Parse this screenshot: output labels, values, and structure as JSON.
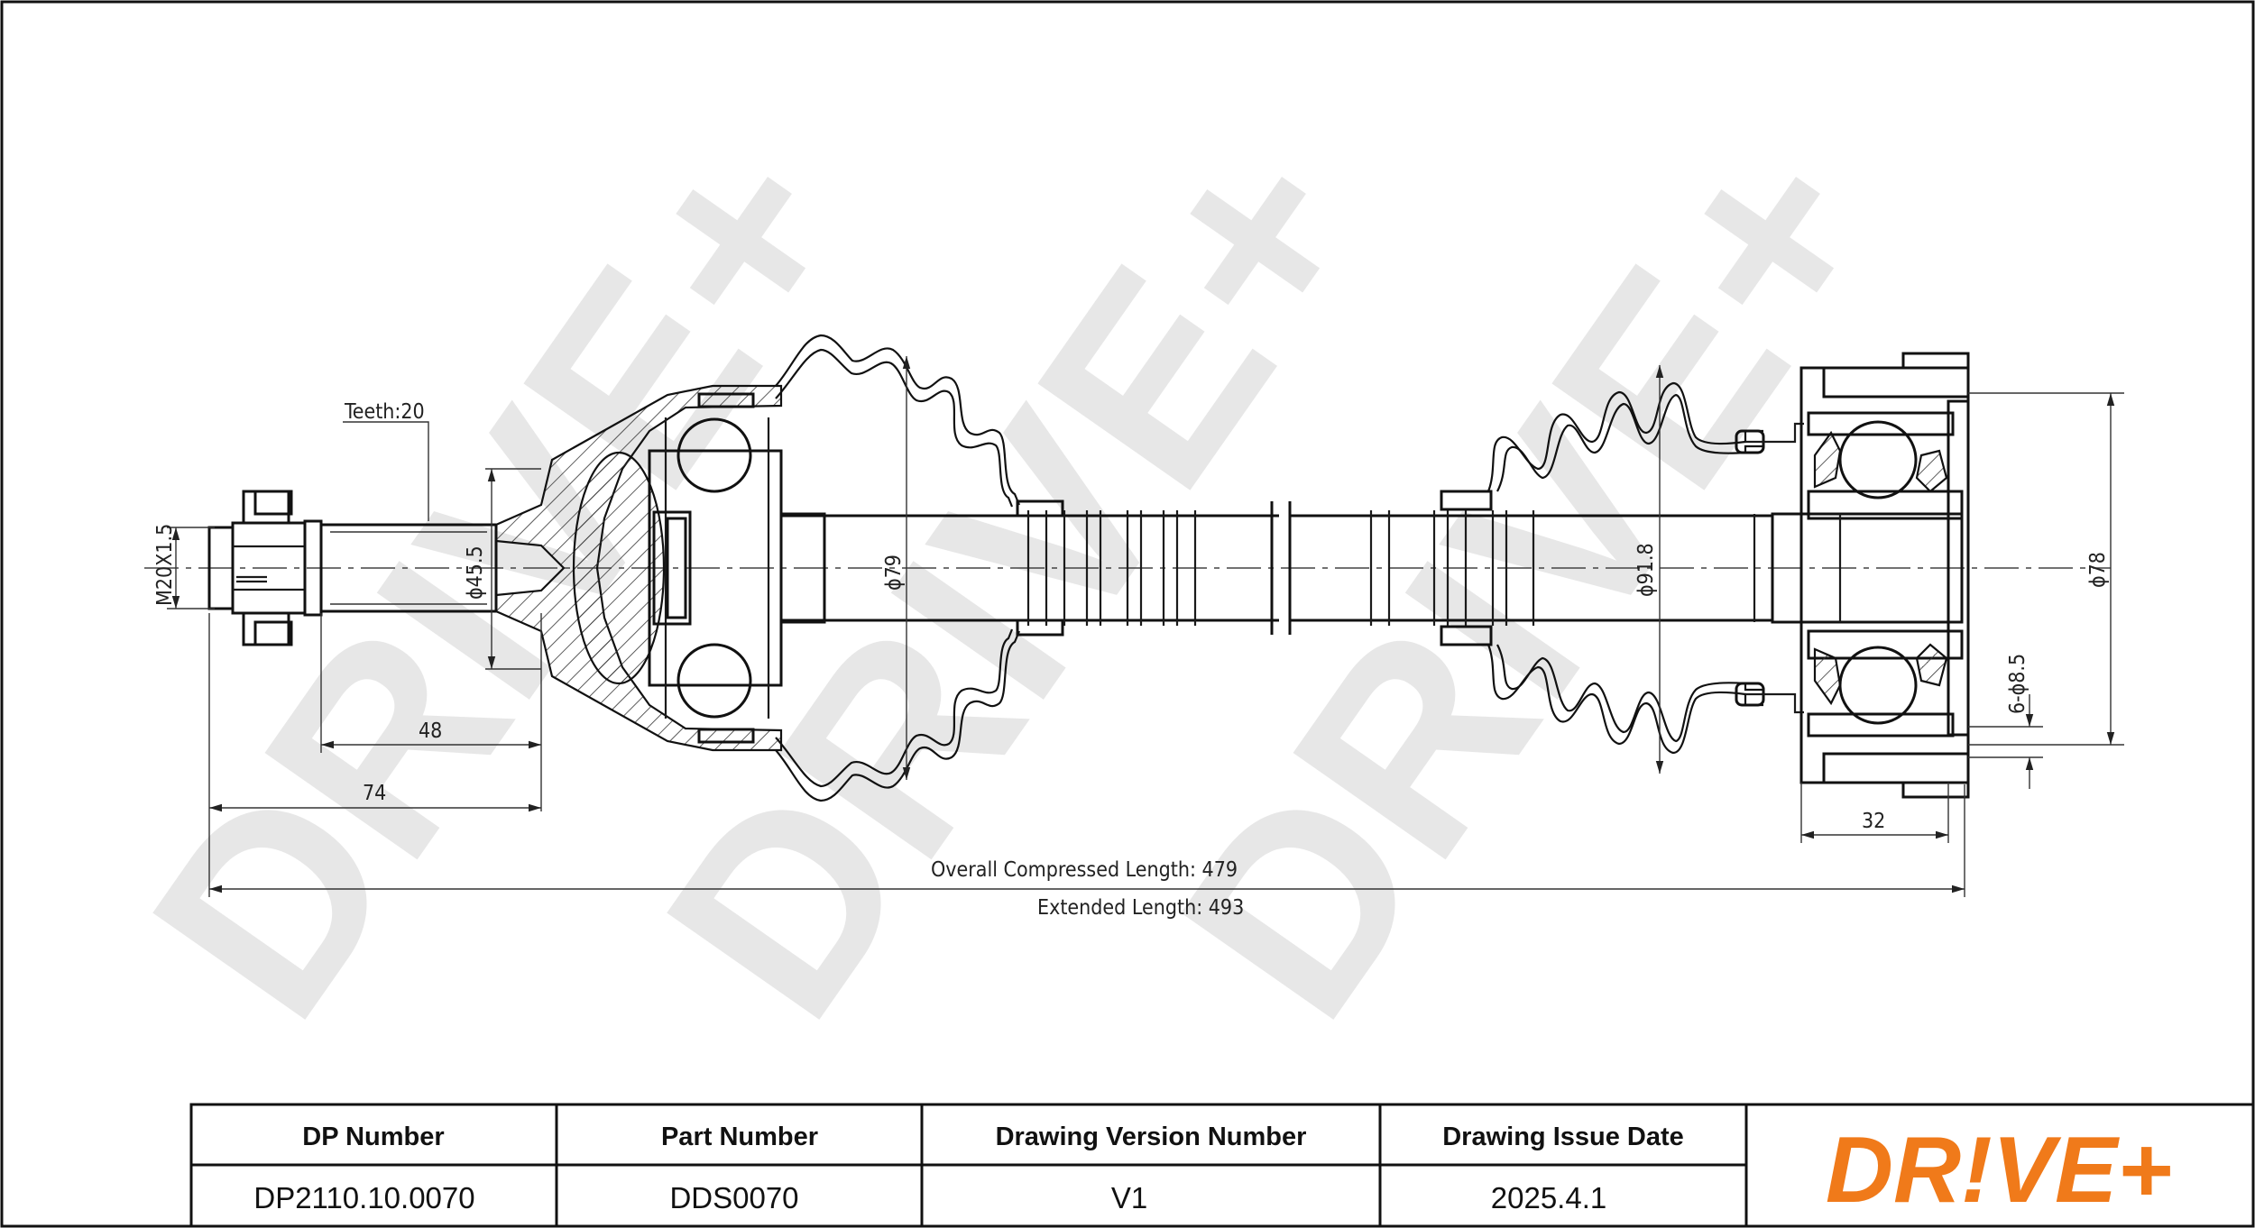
{
  "watermark": "DRIVE+",
  "dimensions": {
    "teeth": "Teeth:20",
    "thread": "M20X1.5",
    "d_shaft": "ϕ45.5",
    "d_boot_inner": "ϕ79",
    "d_boot_outer": "ϕ91.8",
    "d_flange": "ϕ78",
    "holes": "6-ϕ8.5",
    "len_48": "48",
    "len_74": "74",
    "len_32": "32",
    "overall": "Overall  Compressed  Length: 479",
    "extended": "Extended  Length: 493"
  },
  "table": {
    "headers": [
      "DP Number",
      "Part Number",
      "Drawing Version Number",
      "Drawing Issue Date"
    ],
    "values": [
      "DP2110.10.0070",
      "DDS0070",
      "V1",
      "2025.4.1"
    ]
  },
  "logo": {
    "text": "DR!VE+",
    "color": "#f07a1a"
  }
}
